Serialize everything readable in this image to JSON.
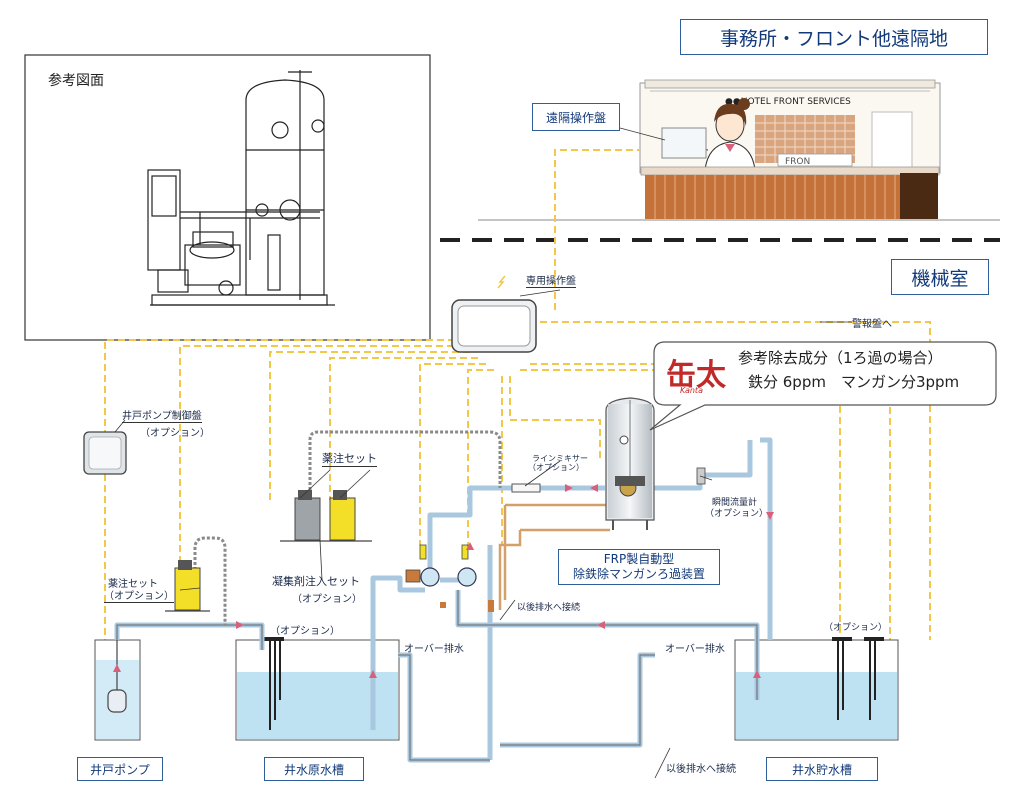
{
  "labels": {
    "office": "事務所・フロント他遠隔地",
    "machine_room": "機械室",
    "reference_drawing": "参考図面",
    "remote_panel": "遠隔操作盤",
    "hotel_sign": "●●HOTEL FRONT SERVICES",
    "front_plate": "FRON",
    "dedicated_panel": "専用操作盤",
    "alarm": "警報盤へ",
    "removal_title": "参考除去成分（1ろ過の場合）",
    "removal_values": "鉄分 6ppm　マンガン分3ppm",
    "logo_text": "缶太",
    "logo_sub": "Kanta",
    "well_pump_panel": "井戸ポンプ制御盤",
    "well_pump_panel_option": "（オプション）",
    "chem_set": "薬注セット",
    "line_mixer": "ラインミキサー",
    "line_mixer_option": "（オプション）",
    "flow_meter": "瞬間流量計",
    "flow_meter_option": "（オプション）",
    "frp_line1": "FRP製自動型",
    "frp_line2": "除鉄除マンガンろ過装置",
    "coag_set": "凝集剤注入セット",
    "coag_option": "（オプション）",
    "chem_set_left": "薬注セット",
    "chem_set_left_option": "（オプション）",
    "drain_connect": "以後排水へ接続",
    "option_left": "（オプション）",
    "option_right": "（オプション）",
    "overflow": "オーバー排水",
    "well_pump": "井戸ポンプ",
    "raw_tank": "井水原水槽",
    "storage_tank": "井水貯水槽"
  },
  "colors": {
    "signal_line": "#f2c84a",
    "pipe": "#a9c8df",
    "water": "#bfe2f3",
    "flow_arrow": "#d9607a",
    "label_border": "#2f5f9a",
    "chem_tank": "#f3df27",
    "counter": "#c5713a"
  }
}
